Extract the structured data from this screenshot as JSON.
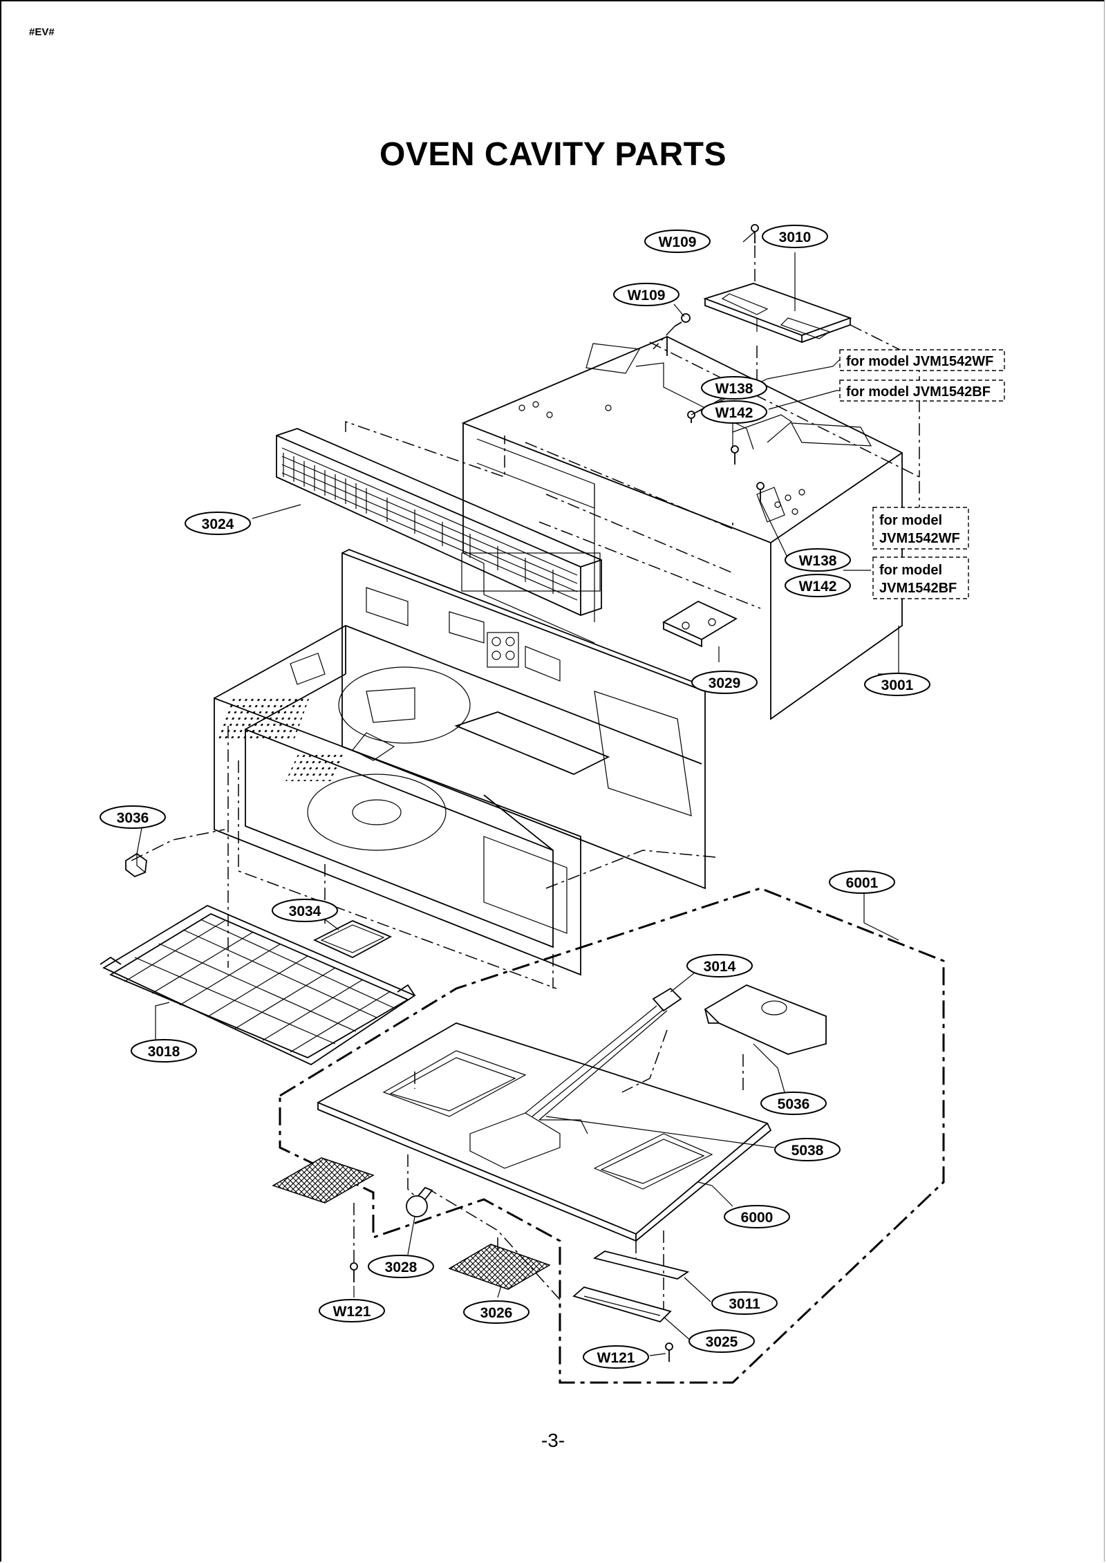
{
  "header": {
    "doc_tag": "#EV#"
  },
  "title": "OVEN CAVITY PARTS",
  "page_number": "-3-",
  "parts": {
    "w109_top": "W109",
    "p3010": "3010",
    "w109_left": "W109",
    "w138_top": "W138",
    "w142_top": "W142",
    "p3024": "3024",
    "w138_right": "W138",
    "w142_right": "W142",
    "p3029": "3029",
    "p3001": "3001",
    "p3036": "3036",
    "p6001": "6001",
    "p3034": "3034",
    "p3014": "3014",
    "p3018": "3018",
    "p5036": "5036",
    "p5038": "5038",
    "p6000": "6000",
    "p3028": "3028",
    "w121_left": "W121",
    "p3026": "3026",
    "p3011": "3011",
    "p3025": "3025",
    "w121_right": "W121"
  },
  "notes": {
    "top_wf": "for model JVM1542WF",
    "top_bf": "for model JVM1542BF",
    "right_wf_line1": "for model",
    "right_wf_line2": "JVM1542WF",
    "right_bf_line1": "for model",
    "right_bf_line2": "JVM1542BF"
  }
}
